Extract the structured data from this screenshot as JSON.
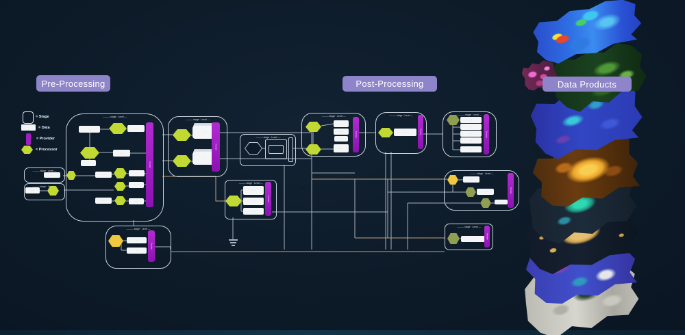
{
  "headers": {
    "pre": "Pre-Processing",
    "post": "Post-Processing",
    "products": "Data Products"
  },
  "legend": [
    {
      "key": "stage",
      "label": "= Stage"
    },
    {
      "key": "data",
      "label": "= Data"
    },
    {
      "key": "provider",
      "label": "= Provider"
    },
    {
      "key": "processor",
      "label": "= Processor"
    }
  ],
  "placeholders": {
    "stage_title": "——— stage · Level —",
    "box": "······",
    "provider": "Provider",
    "line_tag": "····"
  },
  "colors": {
    "badge": "#8e84c9",
    "provider_bar": "#a01ec2",
    "processor_green": "#c0da33",
    "processor_yellow": "#f0c83e",
    "processor_olive": "#8f9e50",
    "stage_border": "#c9d3dd",
    "connector": "#b9c3cd",
    "connector_alt": "#d3b08a",
    "background": "#0d1b29"
  },
  "data_products": {
    "layer_count": 9,
    "layers": [
      {
        "name": "layer-1",
        "dominant": "#2e6ee4"
      },
      {
        "name": "layer-2",
        "dominant": "#d44a9e"
      },
      {
        "name": "layer-3",
        "dominant": "#3c7c2c"
      },
      {
        "name": "layer-4",
        "dominant": "#3146c4"
      },
      {
        "name": "layer-5",
        "dominant": "#eca428"
      },
      {
        "name": "layer-6",
        "dominant": "#2ed8b0"
      },
      {
        "name": "layer-7",
        "dominant": "#e6c070"
      },
      {
        "name": "layer-8",
        "dominant": "#4050cc"
      },
      {
        "name": "layer-9",
        "dominant": "#c8c8c0"
      }
    ]
  }
}
